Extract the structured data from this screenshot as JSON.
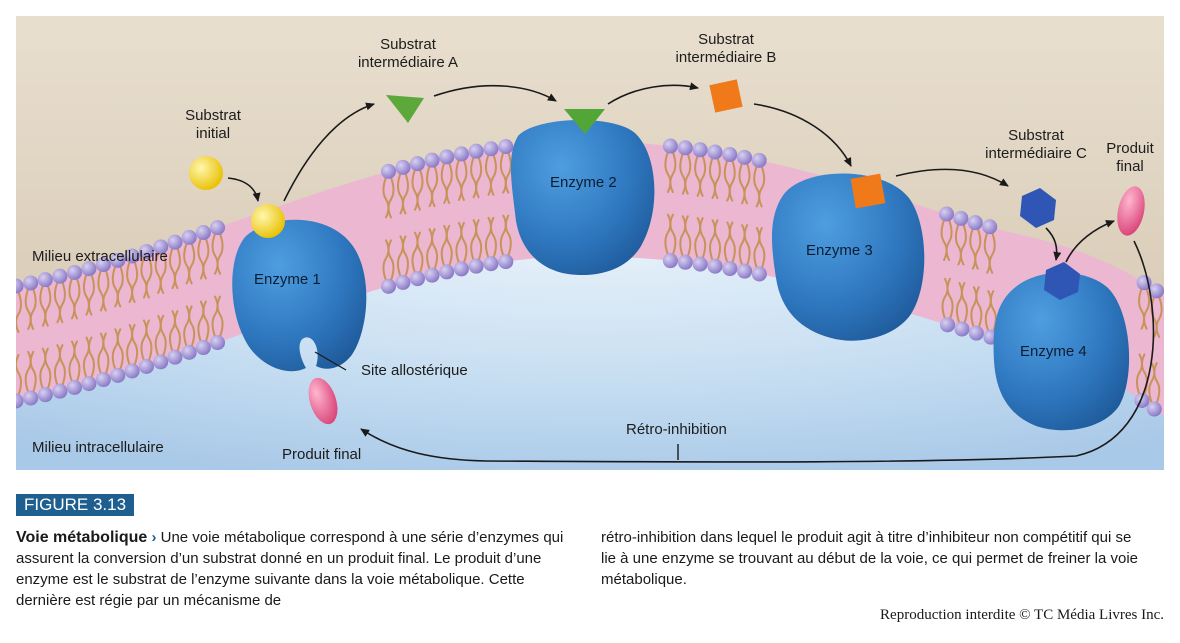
{
  "figure": {
    "env_out": "Milieu extracellulaire",
    "env_in": "Milieu intracellulaire",
    "substrat_initial": "Substrat\ninitial",
    "substrat_a": "Substrat\nintermédiaire A",
    "substrat_b": "Substrat\nintermédiaire B",
    "substrat_c": "Substrat\nintermédiaire C",
    "produit_final_top": "Produit\nfinal",
    "produit_final_bottom": "Produit final",
    "enzyme1": "Enzyme 1",
    "enzyme2": "Enzyme 2",
    "enzyme3": "Enzyme 3",
    "enzyme4": "Enzyme 4",
    "site": "Site allostérique",
    "retro": "Rétro-inhibition"
  },
  "caption": {
    "badge": "FIGURE 3.13",
    "title": "Voie métabolique",
    "caret": "›",
    "left_text": " Une voie métabolique correspond à une série d’enzymes qui assurent la conversion d’un substrat donné en un produit final. Le produit d’une enzyme est le substrat de l’enzyme suivante dans la voie métabolique. Cette dernière est régie par un mécanisme de",
    "right_text": "rétro-inhibition dans lequel le produit agit à titre d’inhibiteur non compétitif qui se lie à une enzyme se trouvant au début de la voie, ce qui permet de freiner la voie métabolique."
  },
  "credit": "Reproduction interdite © TC Média Livres Inc.",
  "colors": {
    "enzyme": "#2f7fc8",
    "membrane": "#e9b3cf",
    "head": "#9c8fd0",
    "tail": "#c8945c",
    "background_top": "#e8dccb",
    "background_bottom": "#bfd8ef",
    "substrate_initial": "#f2d21e",
    "substrate_a": "#5ca83a",
    "substrate_b": "#f07a1a",
    "substrate_c": "#2f55b5",
    "product": "#e55a8a",
    "badge": "#1f5f8f"
  }
}
